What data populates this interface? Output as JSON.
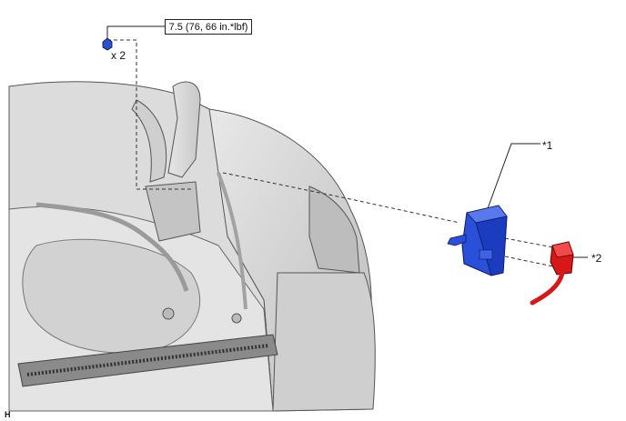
{
  "torque_spec": "7.5 (76, 66 in.*lbf)",
  "fastener_qty": "x 2",
  "callouts": {
    "part1": "*1",
    "part2": "*2"
  },
  "corner_mark": "H",
  "colors": {
    "part1_blue": "#2a4fd8",
    "part2_red": "#d81818",
    "body_grey": "#d6d6d6",
    "line": "#333333"
  },
  "icons": {
    "fastener": "bolt-icon"
  }
}
